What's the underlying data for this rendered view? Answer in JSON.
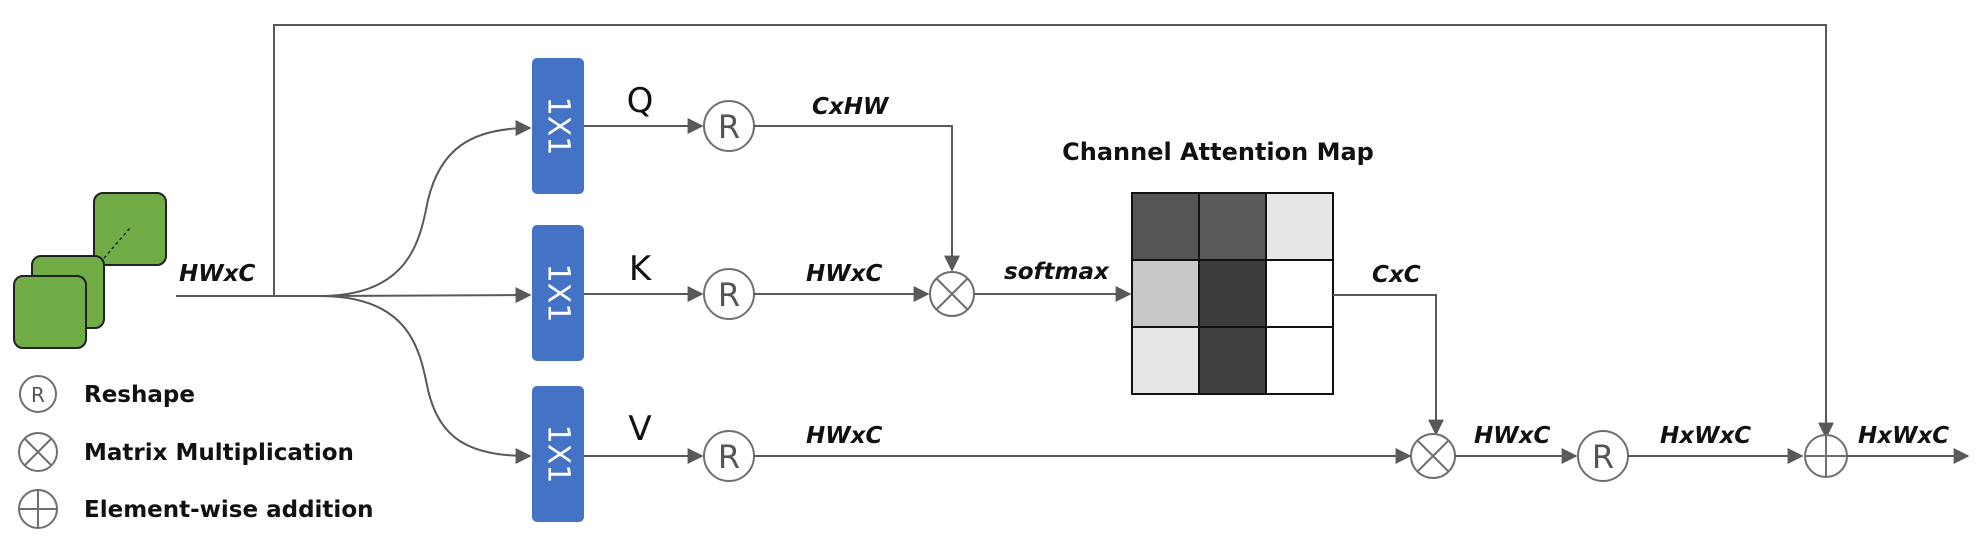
{
  "input_shape": "HWxC",
  "branches": [
    {
      "conv_label": "1X1",
      "name": "Q",
      "reshape": "R",
      "shape": "CxHW"
    },
    {
      "conv_label": "1X1",
      "name": "K",
      "reshape": "R",
      "shape": "HWxC"
    },
    {
      "conv_label": "1X1",
      "name": "V",
      "reshape": "R",
      "shape": "HWxC"
    }
  ],
  "softmax_label": "softmax",
  "attention_map": {
    "title": "Channel Attention Map",
    "output_shape": "CxC",
    "cells": [
      [
        "#555555",
        "#5a5a5a",
        "#e6e6e6"
      ],
      [
        "#c8c8c8",
        "#3c3c3c",
        "#ffffff"
      ],
      [
        "#e6e6e6",
        "#404040",
        "#ffffff"
      ]
    ]
  },
  "post_mult_shape": "HWxC",
  "post_reshape": "R",
  "post_reshape_shape": "HxWxC",
  "output_shape": "HxWxC",
  "legend": [
    {
      "symbol": "R",
      "label": "Reshape"
    },
    {
      "symbol": "⊗",
      "label": "Matrix Multiplication"
    },
    {
      "symbol": "⊕",
      "label": "Element-wise addition"
    }
  ],
  "colors": {
    "conv_block": "#4472c4",
    "feature_map": "#70ad47",
    "wire": "#595959"
  }
}
